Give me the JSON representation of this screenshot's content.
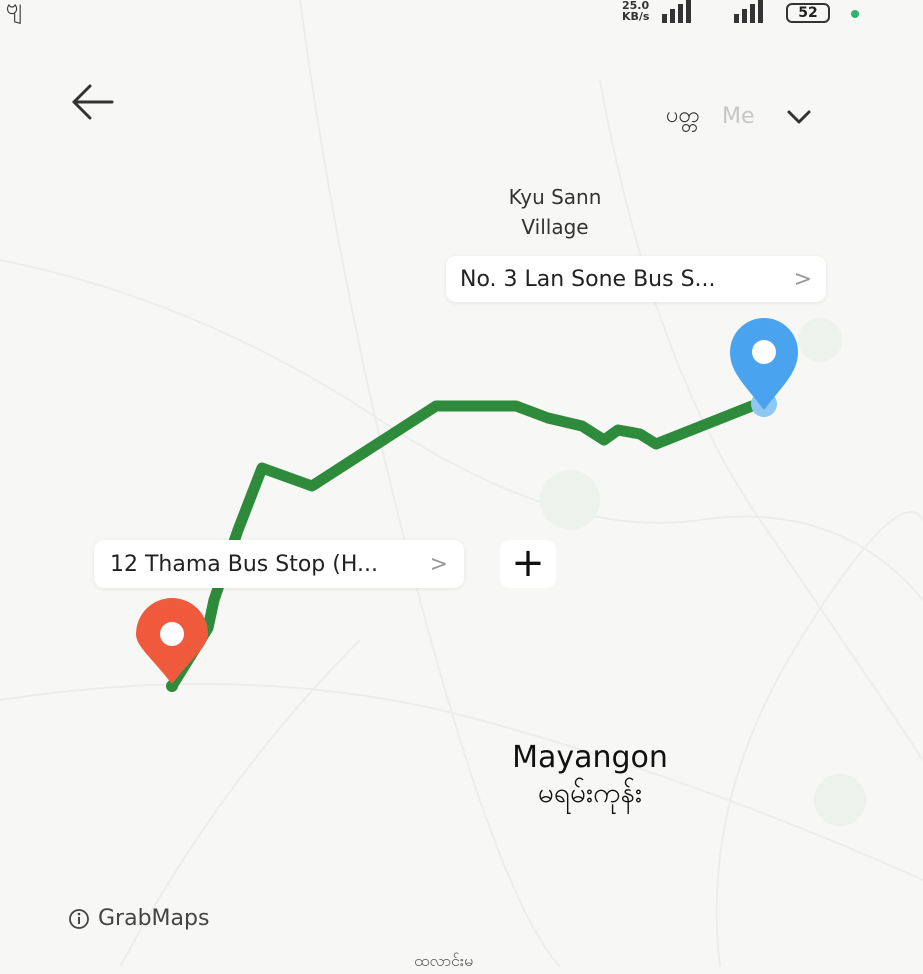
{
  "status_bar": {
    "left_text": "ဗျ",
    "speed_line1": "25.0",
    "speed_line2": "KB/s",
    "battery": "52",
    "dot_color": "#2db36a"
  },
  "header": {
    "lang_label": "ပတ္တ",
    "me_label": "Me"
  },
  "map": {
    "village_label_line1": "Kyu Sann",
    "village_label_line2": "Village",
    "area_name_en": "Mayangon",
    "area_name_my": "မရမ်းကုန်း",
    "route_color": "#2e8b3c",
    "origin_pin_color": "#ef5a3c",
    "destination_pin_color": "#4aa3ee",
    "bottom_partial_text": "ထလာင်းမ"
  },
  "destination": {
    "label": "No. 3 Lan Sone Bus S...",
    "chevron": ">"
  },
  "origin": {
    "label": "12 Thama Bus Stop (H...",
    "chevron": ">"
  },
  "controls": {
    "zoom_in": "+"
  },
  "attribution": {
    "text": "GrabMaps"
  }
}
